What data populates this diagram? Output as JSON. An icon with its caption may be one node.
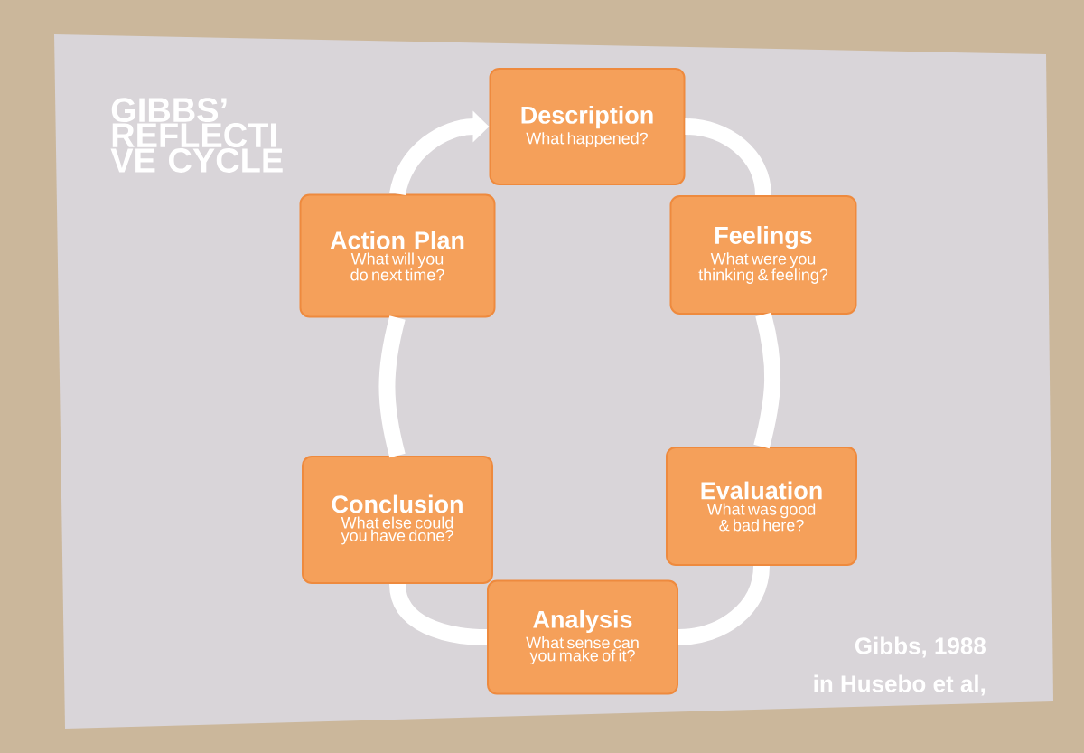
{
  "diagram": {
    "title": "GIBBS’ REFLECTI VE CYCLE",
    "nodes": [
      {
        "text": [
          "Description",
          "What happened?"
        ]
      },
      {
        "text": [
          "Feelings",
          "What were you thinking & feeling?"
        ]
      },
      {
        "text": [
          "Evaluation",
          "What was good & bad here?"
        ]
      },
      {
        "text": [
          "Analysis",
          "What sense can you make of it?"
        ]
      },
      {
        "text": [
          "Conclusion",
          "What else could you have done?"
        ]
      },
      {
        "text": [
          "Action Plan",
          "What will you do next time?"
        ]
      }
    ],
    "edges": [
      {
        "from": 0,
        "to": 1,
        "arrow": "none"
      },
      {
        "from": 1,
        "to": 2,
        "arrow": "none"
      },
      {
        "from": 2,
        "to": 3,
        "arrow": "none"
      },
      {
        "from": 3,
        "to": 4,
        "arrow": "none"
      },
      {
        "from": 4,
        "to": 5,
        "arrow": "none"
      },
      {
        "from": 5,
        "to": 0,
        "arrow": "to"
      }
    ],
    "labels": [
      "Gibbs, 1988",
      "in Husebo et al,"
    ]
  }
}
